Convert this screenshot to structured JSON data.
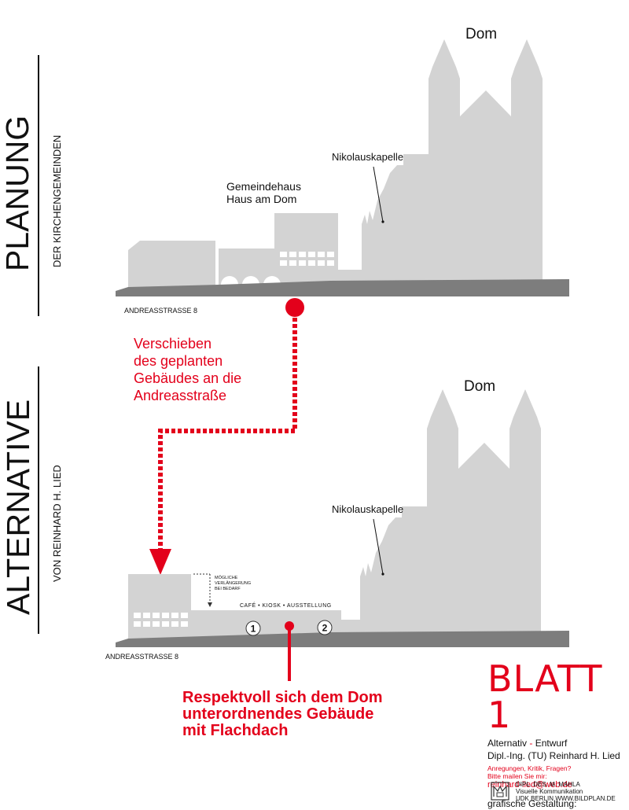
{
  "colors": {
    "accent": "#e3001b",
    "silhouette": "#d3d3d3",
    "ground": "#7d7d7d",
    "text": "#111111"
  },
  "top": {
    "vertical_title": "PLANUNG",
    "vertical_subtitle": "DER KIRCHENGEMEINDEN",
    "dom_label": "Dom",
    "kapelle_label": "Nikolauskapelle",
    "gemeindehaus_line1": "Gemeindehaus",
    "gemeindehaus_line2": "Haus am Dom",
    "street_label": "ANDREASSTRASSE 8"
  },
  "shift_note": {
    "line1": "Verschieben",
    "line2": "des geplanten",
    "line3": "Gebäudes an die",
    "line4": "Andreasstraße"
  },
  "bottom": {
    "vertical_title": "ALTERNATIVE",
    "vertical_subtitle": "VON REINHARD H. LIED",
    "dom_label": "Dom",
    "kapelle_label": "Nikolauskapelle",
    "extension_line1": "MÖGLICHE",
    "extension_line2": "VERLÄNGERUNG",
    "extension_line3": "BEI BEDARF",
    "function_label": "CAFÉ • KIOSK • AUSSTELLUNG",
    "marker1": "1",
    "marker2": "2",
    "street_label": "ANDREASSTRASSE 8"
  },
  "message": {
    "line1": "Respektvoll sich dem Dom",
    "line2": "unterordnendes Gebäude",
    "line3": "mit Flachdach"
  },
  "info": {
    "title": "BLATT 1",
    "subtitle_left": "Alternativ",
    "subtitle_dash": " - ",
    "subtitle_right": "Entwurf",
    "author": "Dipl.-Ing. (TU) Reinhard H. Lied",
    "contact_line1": "Anregungen, Kritik, Fragen?",
    "contact_line2": "Bitte mailen Sie mir:",
    "email": "reinhard-lied@web.de",
    "design_label": "grafische Gestaltung:",
    "credit_line1": "DIPL. DES. M. MAHLA",
    "credit_line2": "Visuelle Kommunikation",
    "credit_line3": "UDK BERLIN  WWW.BILDPLAN.DE"
  }
}
